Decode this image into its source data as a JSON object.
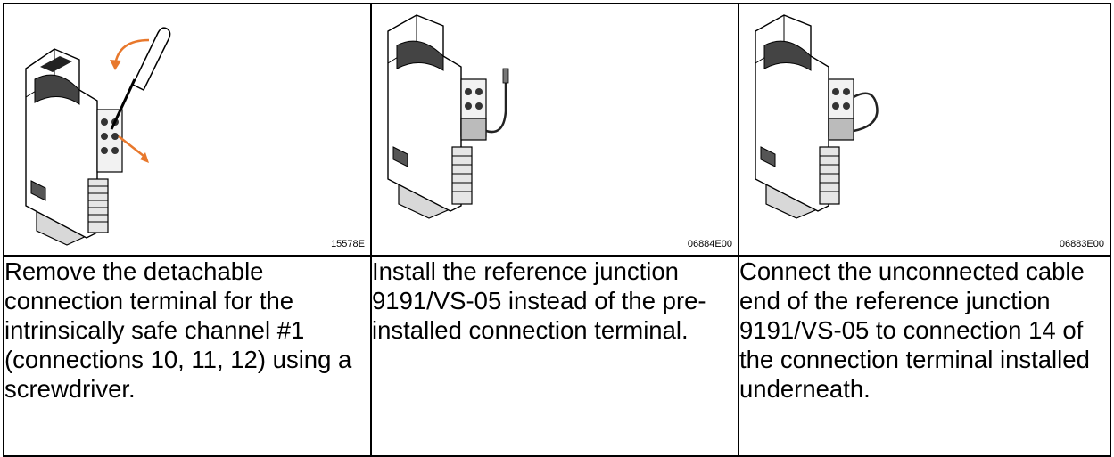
{
  "steps": [
    {
      "code": "15578E",
      "icon": "screwdriver-removal-illustration",
      "text": "Remove the detachable connection terminal for the intrinsically safe channel #1 (connections 10, 11, 12) using a screwdriver."
    },
    {
      "code": "06884E00",
      "icon": "reference-junction-install-illustration",
      "text": "Install the reference junction 9191/VS-05 instead of the pre-installed connection terminal."
    },
    {
      "code": "06883E00",
      "icon": "cable-connection-illustration",
      "text": "Connect the unconnected cable end of the reference junction 9191/VS-05 to connection 14 of the connection terminal installed underneath."
    }
  ],
  "colors": {
    "arrow": "#e8782c",
    "border": "#000000"
  }
}
